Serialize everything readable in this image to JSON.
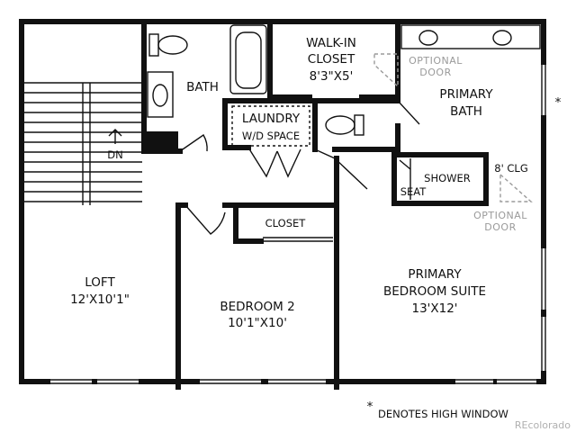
{
  "rooms": {
    "walk_in_closet": {
      "name_line1": "WALK-IN",
      "name_line2": "CLOSET",
      "size": "8'3\"X5'"
    },
    "bath": {
      "name": "BATH"
    },
    "primary_bath": {
      "name_line1": "PRIMARY",
      "name_line2": "BATH"
    },
    "laundry": {
      "name": "LAUNDRY",
      "note": "W/D SPACE"
    },
    "shower": {
      "name": "SHOWER",
      "seat": "SEAT"
    },
    "ceiling": {
      "label": "8' CLG"
    },
    "loft": {
      "name": "LOFT",
      "size": "12'X10'1\""
    },
    "bedroom2": {
      "name": "BEDROOM 2",
      "size": "10'1\"X10'"
    },
    "closet": {
      "name": "CLOSET"
    },
    "primary_bedroom": {
      "name_line1": "PRIMARY",
      "name_line2": "BEDROOM SUITE",
      "size": "13'X12'"
    }
  },
  "annotations": {
    "optional_door_upper_line1": "OPTIONAL",
    "optional_door_upper_line2": "DOOR",
    "optional_door_lower_line1": "OPTIONAL",
    "optional_door_lower_line2": "DOOR",
    "stairs_direction": "DN",
    "high_window_marker": "*",
    "legend_symbol": "*",
    "legend_text": "DENOTES HIGH WINDOW"
  },
  "watermark": "REcolorado",
  "colors": {
    "wall": "#111111",
    "optional": "#9a9a9a"
  }
}
